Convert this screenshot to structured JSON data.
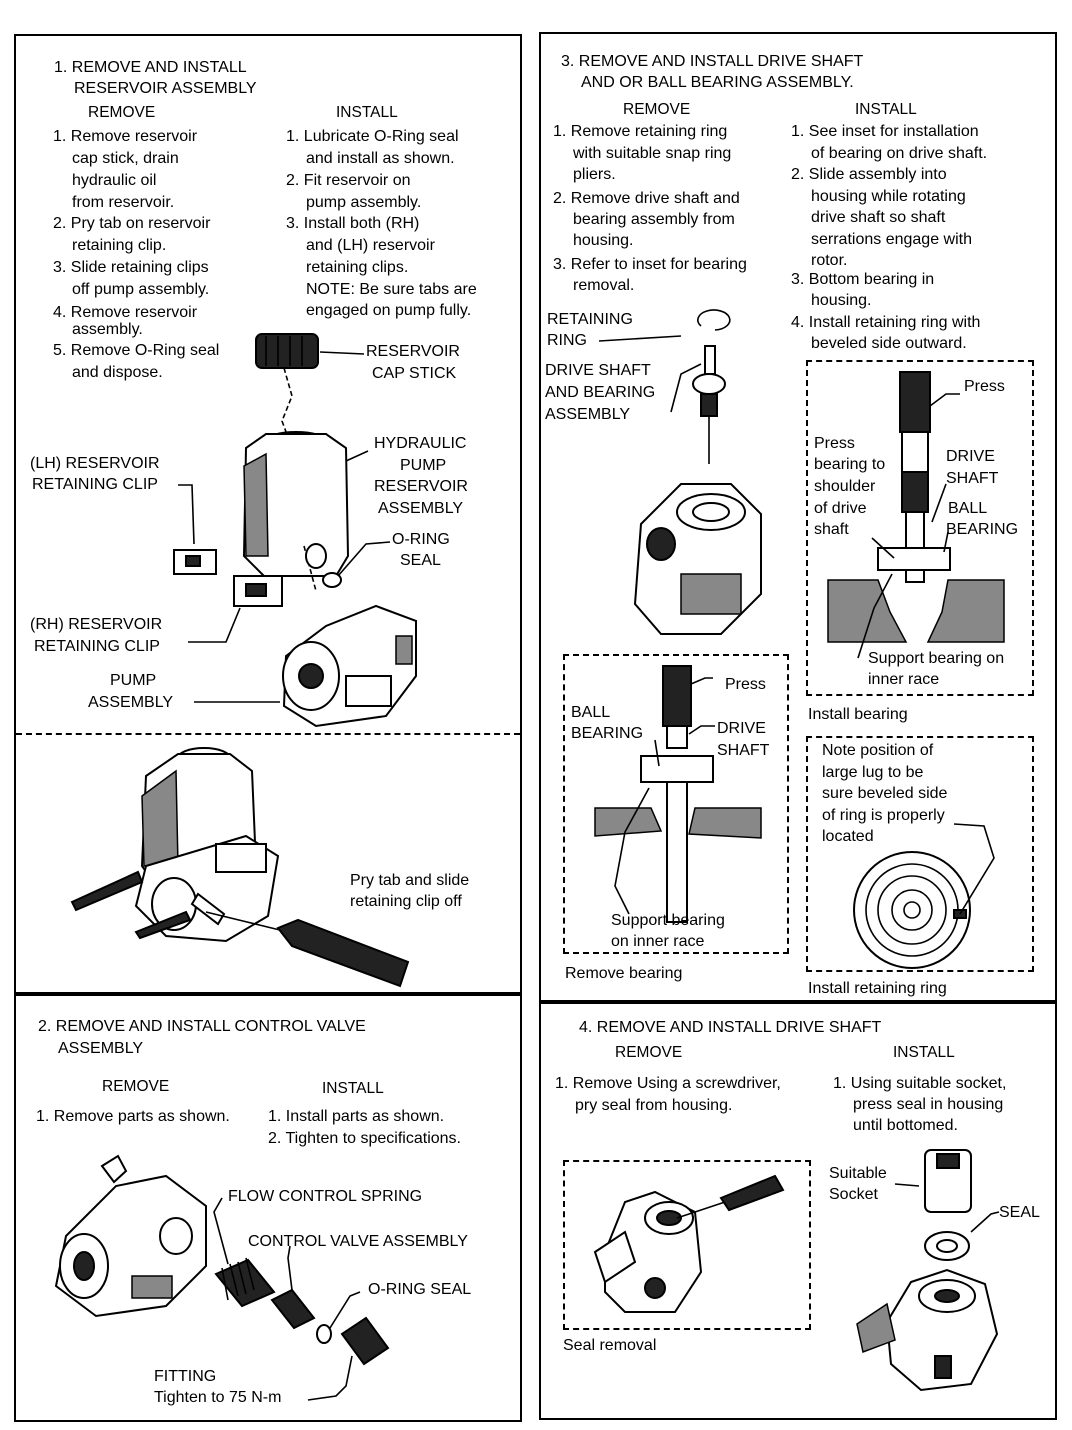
{
  "panel1": {
    "title_1": "1. REMOVE AND INSTALL",
    "title_2": "RESERVOIR ASSEMBLY",
    "remove_hdr": "REMOVE",
    "install_hdr": "INSTALL",
    "remove_steps": [
      "1. Remove reservoir",
      "cap stick, drain",
      "hydraulic oil",
      "from reservoir.",
      "2. Pry tab on reservoir",
      "retaining clip.",
      "3. Slide retaining clips",
      "off pump assembly.",
      "4. Remove reservoir",
      "assembly.",
      "5. Remove O-Ring seal",
      "and dispose."
    ],
    "install_steps": [
      "1. Lubricate O-Ring seal",
      "and install as shown.",
      "2. Fit reservoir on",
      "pump assembly.",
      "3. Install both (RH)",
      "and (LH) reservoir",
      "retaining clips.",
      "NOTE: Be sure tabs are",
      "engaged on pump fully."
    ],
    "labels": {
      "cap_stick_1": "RESERVOIR",
      "cap_stick_2": "CAP STICK",
      "hydraulic_1": "HYDRAULIC",
      "hydraulic_2": "PUMP",
      "hydraulic_3": "RESERVOIR",
      "hydraulic_4": "ASSEMBLY",
      "lh_clip_1": "(LH) RESERVOIR",
      "lh_clip_2": "RETAINING CLIP",
      "oring_1": "O-RING",
      "oring_2": "SEAL",
      "rh_clip_1": "(RH) RESERVOIR",
      "rh_clip_2": "RETAINING CLIP",
      "pump_1": "PUMP",
      "pump_2": "ASSEMBLY"
    },
    "pry_caption_1": "Pry tab and slide",
    "pry_caption_2": "retaining clip off"
  },
  "panel2": {
    "title_1": "2. REMOVE AND INSTALL CONTROL VALVE",
    "title_2": "ASSEMBLY",
    "remove_hdr": "REMOVE",
    "install_hdr": "INSTALL",
    "remove_step": "1. Remove parts as shown.",
    "install_step_1": "1. Install parts as shown.",
    "install_step_2": "2. Tighten to specifications.",
    "labels": {
      "flow_spring": "FLOW CONTROL SPRING",
      "control_valve": "CONTROL VALVE ASSEMBLY",
      "oring": "O-RING SEAL",
      "fitting_1": "FITTING",
      "fitting_2": "Tighten to 75 N-m"
    }
  },
  "panel3": {
    "title_1": "3. REMOVE AND INSTALL DRIVE SHAFT",
    "title_2": "AND OR BALL BEARING ASSEMBLY.",
    "remove_hdr": "REMOVE",
    "install_hdr": "INSTALL",
    "remove_steps": [
      "1. Remove retaining ring",
      "with suitable snap ring",
      "pliers.",
      "2. Remove drive shaft and",
      "bearing assembly from",
      "housing.",
      "3. Refer to inset for bearing",
      "removal."
    ],
    "install_steps": [
      "1. See inset for installation",
      "of bearing on drive shaft.",
      "2. Slide assembly into",
      "housing while rotating",
      "drive shaft so shaft",
      "serrations engage with",
      "rotor.",
      "3. Bottom bearing in",
      "housing.",
      "4. Install retaining ring with",
      "beveled side outward."
    ],
    "labels": {
      "retaining_ring_1": "RETAINING",
      "retaining_ring_2": "RING",
      "drive_shaft_1": "DRIVE SHAFT",
      "drive_shaft_2": "AND BEARING",
      "drive_shaft_3": "ASSEMBLY"
    },
    "install_bearing": {
      "press": "Press",
      "note_1": "Press",
      "note_2": "bearing to",
      "note_3": "shoulder",
      "note_4": "of drive",
      "note_5": "shaft",
      "drive_1": "DRIVE",
      "drive_2": "SHAFT",
      "ball_1": "BALL",
      "ball_2": "BEARING",
      "support_1": "Support bearing on",
      "support_2": "inner race",
      "caption": "Install bearing"
    },
    "remove_bearing": {
      "press": "Press",
      "ball_1": "BALL",
      "ball_2": "BEARING",
      "drive_1": "DRIVE",
      "drive_2": "SHAFT",
      "support_1": "Support bearing",
      "support_2": "on inner race",
      "caption": "Remove bearing"
    },
    "install_ring": {
      "note_1": "Note position of",
      "note_2": "large lug to be",
      "note_3": "sure beveled side",
      "note_4": "of ring is properly",
      "note_5": "located",
      "caption": "Install retaining ring"
    }
  },
  "panel4": {
    "title": "4. REMOVE AND INSTALL DRIVE SHAFT",
    "remove_hdr": "REMOVE",
    "install_hdr": "INSTALL",
    "remove_step_1": "1. Remove Using a screwdriver,",
    "remove_step_2": "pry seal from housing.",
    "install_step_1": "1. Using suitable socket,",
    "install_step_2": "press seal in housing",
    "install_step_3": "until bottomed.",
    "seal_removal": "Seal removal",
    "socket_1": "Suitable",
    "socket_2": "Socket",
    "seal": "SEAL"
  }
}
